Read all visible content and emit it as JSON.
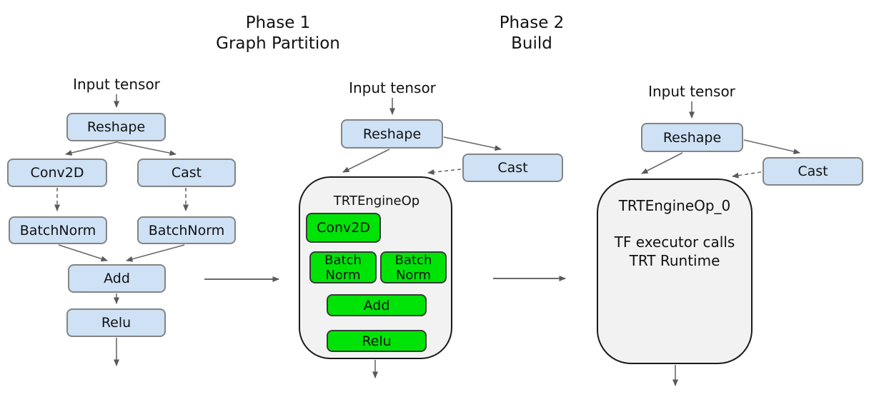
{
  "headings": {
    "phase1_line1": "Phase 1",
    "phase1_line2": "Graph Partition",
    "phase2_line1": "Phase 2",
    "phase2_line2": "Build"
  },
  "colors": {
    "node_fill_blue": "#cee1f5",
    "node_fill_green": "#00e307",
    "container_fill": "#f2f2f2",
    "arrow_gray": "#5f5f5f",
    "container_border": "#1a1a1a"
  },
  "left_graph": {
    "input_label": "Input tensor",
    "reshape": "Reshape",
    "conv2d": "Conv2D",
    "cast": "Cast",
    "batchnorm_left": "BatchNorm",
    "batchnorm_right": "BatchNorm",
    "add": "Add",
    "relu": "Relu"
  },
  "middle_graph": {
    "input_label": "Input tensor",
    "reshape": "Reshape",
    "cast": "Cast",
    "engine_label": "TRTEngineOp",
    "conv2d": "Conv2D",
    "batchnorm_left": "Batch\nNorm",
    "batchnorm_right": "Batch\nNorm",
    "add": "Add",
    "relu": "Relu"
  },
  "right_graph": {
    "input_label": "Input tensor",
    "reshape": "Reshape",
    "cast": "Cast",
    "engine_label": "TRTEngineOp_0",
    "engine_body_line1": "TF executor calls",
    "engine_body_line2": "TRT Runtime"
  }
}
